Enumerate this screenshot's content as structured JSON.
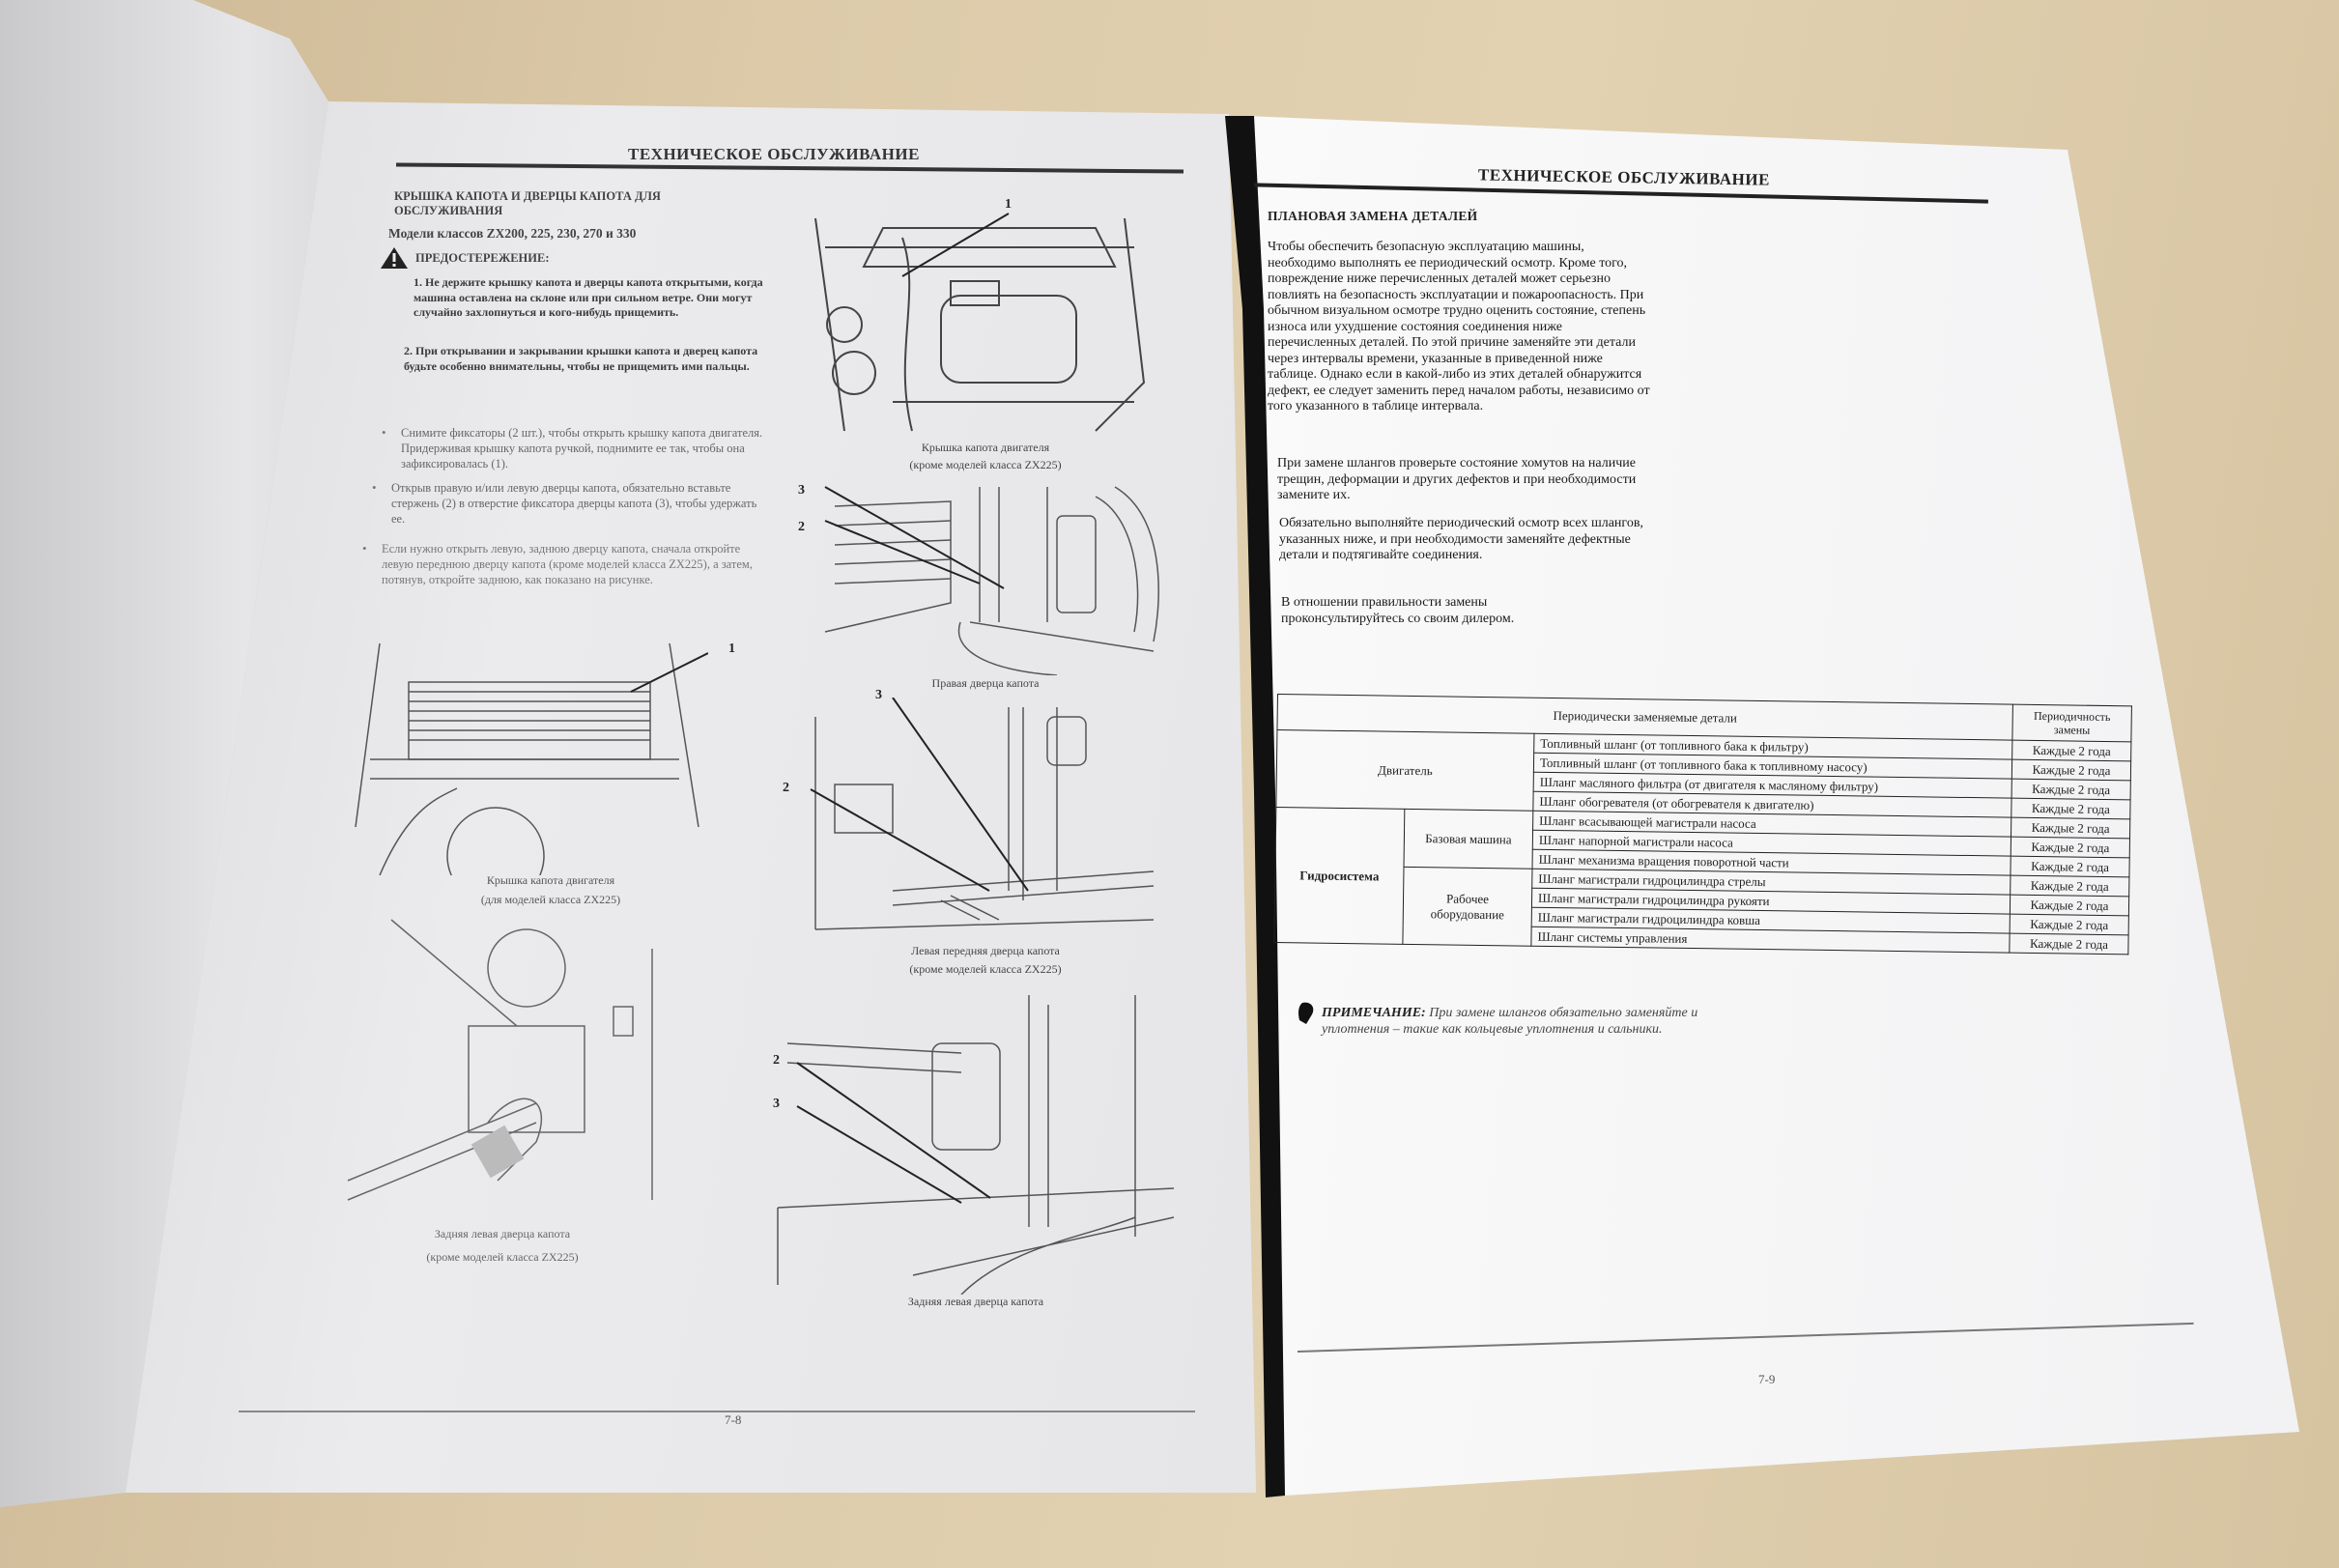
{
  "left_page": {
    "header": "ТЕХНИЧЕСКОЕ ОБСЛУЖИВАНИЕ",
    "section_title": "КРЫШКА КАПОТА И ДВЕРЦЫ КАПОТА ДЛЯ ОБСЛУЖИВАНИЯ",
    "models": "Модели классов ZX200, 225, 230, 270 и 330",
    "warning_label": "ПРЕДОСТЕРЕЖЕНИЕ:",
    "warnings": [
      "1. Не держите крышку капота и дверцы капота открытыми, когда машина оставлена на склоне или при сильном ветре. Они могут случайно захлопнуться и кого-нибудь прищемить.",
      "2. При открывании и закрывании крышки капота и дверец капота будьте особенно внимательны, чтобы не прищемить ими пальцы."
    ],
    "bullets": [
      "Снимите фиксаторы (2 шт.), чтобы открыть крышку капота двигателя. Придерживая крышку капота ручкой, поднимите ее так, чтобы она зафиксировалась (1).",
      "Открыв правую и/или левую дверцы капота, обязательно вставьте стержень (2) в отверстие фиксатора дверцы капота (3), чтобы удержать ее.",
      "Если нужно открыть левую, заднюю дверцу капота, сначала откройте левую переднюю дверцу капота (кроме моделей класса ZX225), а затем, потянув, откройте заднюю, как показано на рисунке."
    ],
    "figures": [
      {
        "caption1": "Крышка капота двигателя",
        "caption2": "(кроме моделей класса ZX225)",
        "callouts": [
          "1"
        ]
      },
      {
        "caption1": "Правая дверца капота",
        "caption2": "",
        "callouts": [
          "3",
          "2"
        ]
      },
      {
        "caption1": "Левая передняя дверца капота",
        "caption2": "(кроме моделей класса ZX225)",
        "callouts": [
          "3",
          "2"
        ]
      },
      {
        "caption1": "Задняя левая дверца капота",
        "caption2": "",
        "callouts": [
          "2",
          "3"
        ]
      },
      {
        "caption1": "Крышка капота двигателя",
        "caption2": "(для моделей класса ZX225)",
        "callouts": [
          "1"
        ]
      },
      {
        "caption1": "Задняя левая дверца капота",
        "caption2": "(кроме моделей класса ZX225)",
        "callouts": []
      }
    ],
    "page_number": "7-8"
  },
  "right_page": {
    "header": "ТЕХНИЧЕСКОЕ ОБСЛУЖИВАНИЕ",
    "section_title": "ПЛАНОВАЯ ЗАМЕНА ДЕТАЛЕЙ",
    "paragraphs": [
      "Чтобы обеспечить безопасную эксплуатацию машины, необходимо выполнять ее периодический осмотр. Кроме того, повреждение ниже перечисленных деталей может серьезно повлиять на безопасность эксплуатации и пожароопасность. При обычном визуальном осмотре трудно оценить состояние, степень износа или ухудшение состояния соединения ниже перечисленных деталей. По этой причине заменяйте эти детали через интервалы времени, указанные в приведенной ниже таблице. Однако если в какой-либо из этих деталей обнаружится дефект, ее следует заменить перед началом работы, независимо от того указанного в таблице интервала.",
      "При замене шлангов проверьте состояние хомутов на наличие трещин, деформации и других дефектов и при необходимости замените их.",
      "Обязательно выполняйте периодический осмотр всех шлангов, указанных ниже, и при необходимости заменяйте дефектные детали и подтягивайте соединения.",
      "В отношении правильности замены проконсультируйтесь со своим дилером."
    ],
    "table": {
      "header_parts": "Периодически заменяемые детали",
      "header_period": "Периодичность замены",
      "group_engine": "Двигатель",
      "group_hydraulics": "Гидросистема",
      "sub_base": "Базовая машина",
      "sub_work": "Рабочее оборудование",
      "rows": [
        {
          "part": "Топливный шланг (от топливного бака к фильтру)",
          "period": "Каждые 2 года"
        },
        {
          "part": "Топливный шланг (от топливного бака к топливному насосу)",
          "period": "Каждые 2 года"
        },
        {
          "part": "Шланг масляного фильтра (от двигателя к масляному фильтру)",
          "period": "Каждые 2 года"
        },
        {
          "part": "Шланг обогревателя (от обогревателя к двигателю)",
          "period": "Каждые 2 года"
        },
        {
          "part": "Шланг всасывающей магистрали насоса",
          "period": "Каждые 2 года"
        },
        {
          "part": "Шланг напорной магистрали насоса",
          "period": "Каждые 2 года"
        },
        {
          "part": "Шланг механизма вращения поворотной части",
          "period": "Каждые 2 года"
        },
        {
          "part": "Шланг магистрали гидроцилиндра стрелы",
          "period": "Каждые 2 года"
        },
        {
          "part": "Шланг магистрали гидроцилиндра рукояти",
          "period": "Каждые 2 года"
        },
        {
          "part": "Шланг магистрали гидроцилиндра ковша",
          "period": "Каждые 2 года"
        },
        {
          "part": "Шланг системы управления",
          "period": "Каждые 2 года"
        }
      ]
    },
    "note_label": "ПРИМЕЧАНИЕ:",
    "note_text": "При замене шлангов обязательно заменяйте и уплотнения – такие как кольцевые уплотнения и сальники.",
    "page_number": "7-9"
  }
}
